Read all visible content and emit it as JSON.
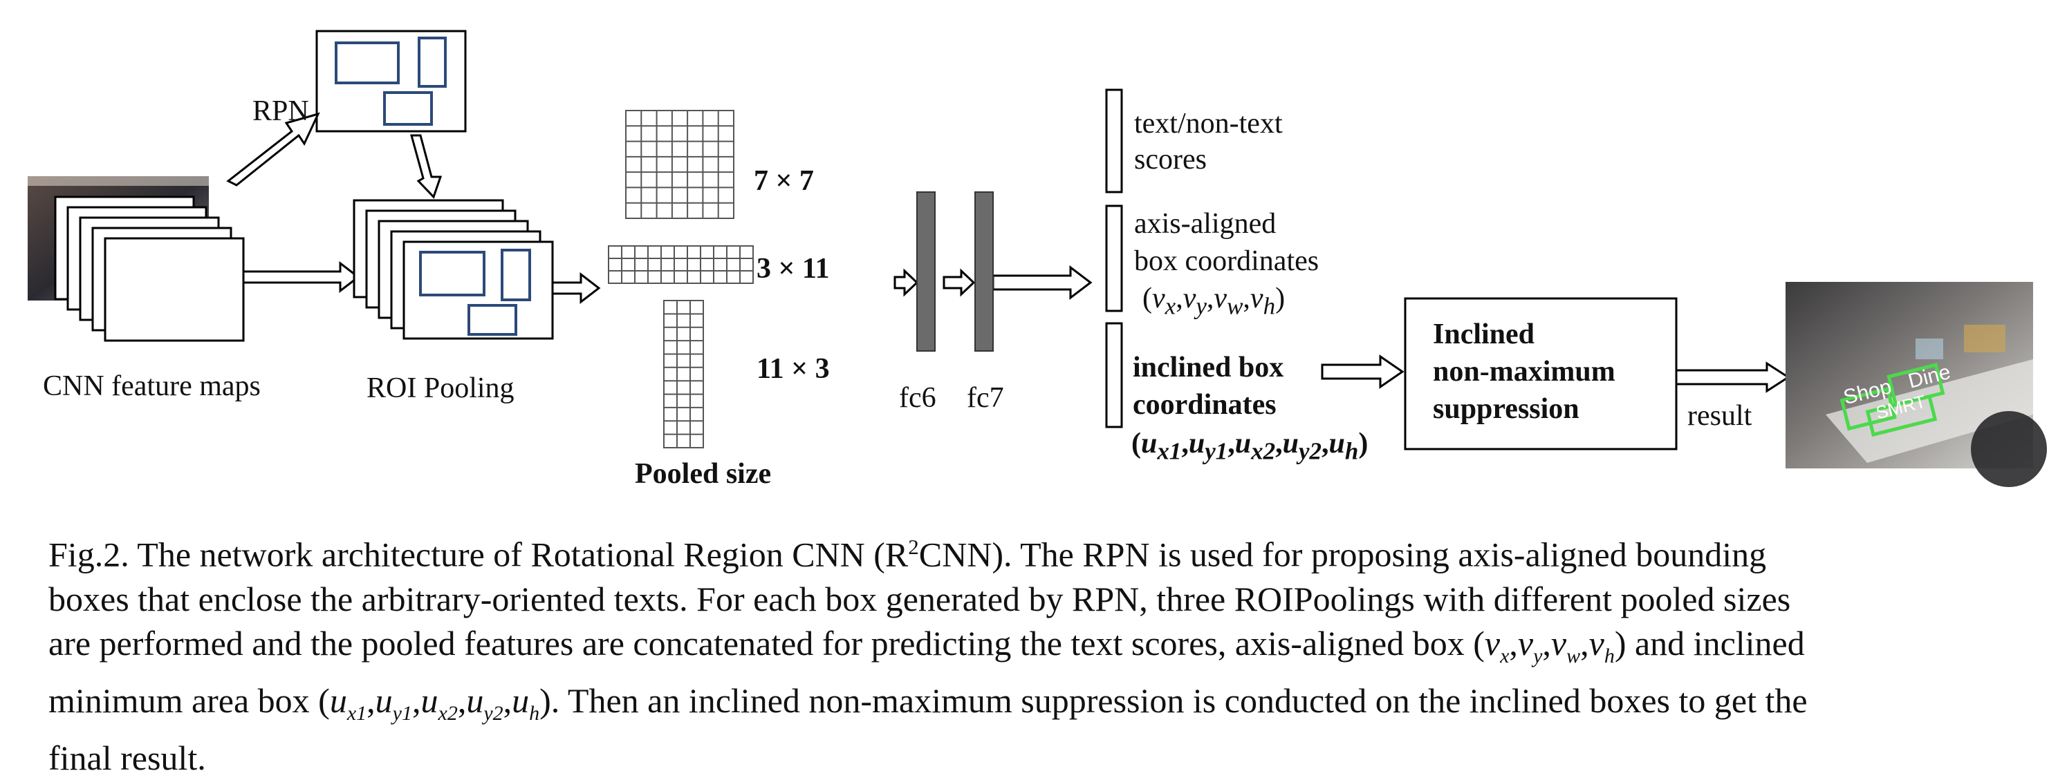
{
  "figure": {
    "labels": {
      "rpn": "RPN",
      "cnn_feature_maps": "CNN feature maps",
      "roi_pooling": "ROI Pooling",
      "size_7x7": "7 × 7",
      "size_3x11": "3 × 11",
      "size_11x3": "11 × 3",
      "pooled_size": "Pooled size",
      "fc6": "fc6",
      "fc7": "fc7",
      "text_scores_1": "text/non-text",
      "text_scores_2": "scores",
      "axis_aligned_1": "axis-aligned",
      "axis_aligned_2": "box coordinates",
      "axis_aligned_formula": "(vx,vy,vw,vh)",
      "inclined_1": "inclined box",
      "inclined_2": "coordinates",
      "inclined_formula": "(ux1,uy1,ux2,uy2,uh)",
      "nms_1": "Inclined",
      "nms_2": "non-maximum",
      "nms_3": "suppression",
      "result": "result"
    },
    "result_image_text": [
      "Shop",
      "Dine",
      "SMRT"
    ],
    "colors": {
      "roi_box": "#2c4a7a",
      "fc_bar": "#6b6b6b",
      "detection_box": "#4cd94c"
    }
  },
  "caption": {
    "line1_a": "Fig.2. The network architecture of Rotational Region CNN (R",
    "line1_sup": "2",
    "line1_b": "CNN).  The RPN is used for proposing axis-aligned bounding",
    "line2": "boxes that enclose the arbitrary-oriented texts. For each box generated by RPN, three ROIPoolings with different pooled sizes",
    "line3_a": "are performed and the pooled features are concatenated for predicting the text scores, axis-aligned box (",
    "line3_b": ") and inclined",
    "line4_a": "minimum area box (",
    "line4_b": "). Then an inclined non-maximum suppression is conducted on the inclined boxes to get the",
    "line5": "final result."
  }
}
